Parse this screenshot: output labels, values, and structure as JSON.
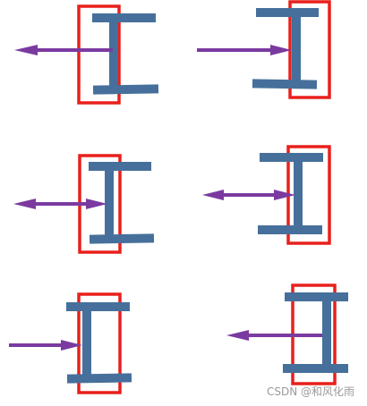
{
  "colors": {
    "box": "#e8201c",
    "beam": "#46709b",
    "arrow": "#7b3aa0",
    "watermark": "#9a9a9a"
  },
  "panels": [
    {
      "name": "panel-1",
      "arrow_direction": "left",
      "arrow_heads": 1
    },
    {
      "name": "panel-2",
      "arrow_direction": "right",
      "arrow_heads": 1
    },
    {
      "name": "panel-3",
      "arrow_direction": "both",
      "arrow_heads": 2
    },
    {
      "name": "panel-4",
      "arrow_direction": "both",
      "arrow_heads": 2
    },
    {
      "name": "panel-5",
      "arrow_direction": "right",
      "arrow_heads": 1
    },
    {
      "name": "panel-6",
      "arrow_direction": "left",
      "arrow_heads": 1
    }
  ],
  "watermark": {
    "text": "CSDN @和风化雨"
  }
}
